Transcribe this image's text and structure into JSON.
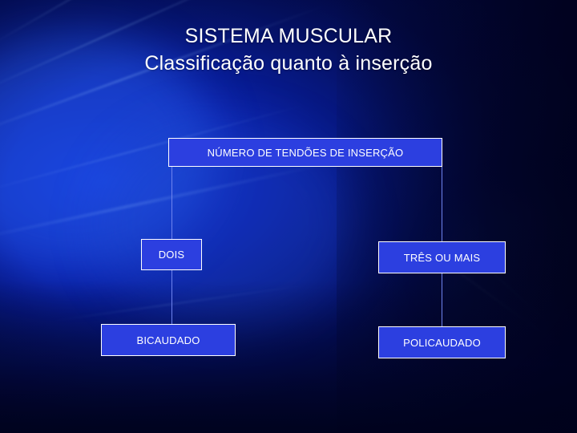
{
  "slide": {
    "title_line1": "SISTEMA MUSCULAR",
    "title_line2": "Classificação quanto à inserção",
    "colors": {
      "background": "#0000a0",
      "box_fill": "#2c3fe0",
      "box_border": "#ffffff",
      "text": "#ffffff",
      "connector": "#6f84ef"
    }
  },
  "diagram": {
    "root": {
      "label": "NÚMERO DE TENDÕES DE INSERÇÃO"
    },
    "branches": [
      {
        "label": "DOIS",
        "child": {
          "label": "BICAUDADO"
        }
      },
      {
        "label": "TRÊS OU MAIS",
        "child": {
          "label": "POLICAUDADO"
        }
      }
    ]
  }
}
